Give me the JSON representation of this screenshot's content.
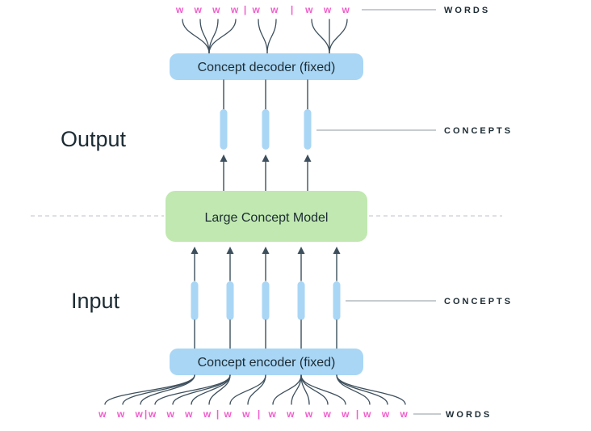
{
  "colors": {
    "pink": "#f05ecb",
    "blue": "#a9d6f5",
    "green": "#c0e8b0",
    "ink": "#1c2b33",
    "line": "#3d4f5c",
    "connector": "#8f9aa0",
    "dashed": "#c9ced3"
  },
  "labels": {
    "output": "Output",
    "input": "Input",
    "decoder": "Concept decoder (fixed)",
    "lcm": "Large Concept Model",
    "encoder": "Concept encoder (fixed)",
    "words_top": "WORDS",
    "concepts_output": "CONCEPTS",
    "concepts_input": "CONCEPTS",
    "words_bottom": "WORDS"
  },
  "top_words": {
    "groups": [
      "w w w w",
      "w w",
      "w w w"
    ],
    "separator": "|"
  },
  "bottom_words": {
    "groups": [
      "w w w",
      "w w w w",
      "w w",
      "w w w w w",
      "w w w"
    ],
    "separator": "|"
  }
}
